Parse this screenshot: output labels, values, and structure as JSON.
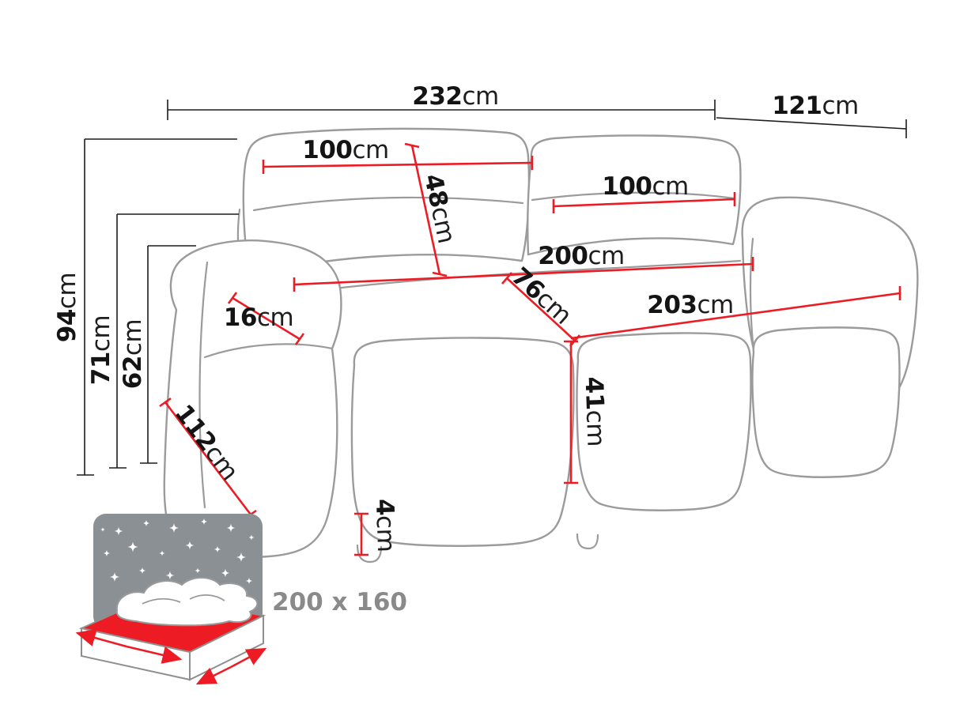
{
  "colors": {
    "dimension_red": "#ed1c24",
    "dimension_black": "#1c1c1c",
    "sofa_outline_gray": "#9b9b9b",
    "icon_gray": "#8b9094",
    "label_gray": "#8a8a8a",
    "background": "#ffffff"
  },
  "diagram": {
    "dims": {
      "width_total": {
        "value": "232",
        "unit": "cm"
      },
      "depth_total": {
        "value": "121",
        "unit": "cm"
      },
      "height_total": {
        "value": "94",
        "unit": "cm"
      },
      "arm_height": {
        "value": "71",
        "unit": "cm"
      },
      "back_lower_height": {
        "value": "62",
        "unit": "cm"
      },
      "back_cushion_width_left": {
        "value": "100",
        "unit": "cm"
      },
      "back_cushion_height": {
        "value": "48",
        "unit": "cm"
      },
      "back_cushion_width_right": {
        "value": "100",
        "unit": "cm"
      },
      "seat_width": {
        "value": "200",
        "unit": "cm"
      },
      "seat_depth": {
        "value": "76",
        "unit": "cm"
      },
      "bed_length": {
        "value": "203",
        "unit": "cm"
      },
      "armrest_width": {
        "value": "16",
        "unit": "cm"
      },
      "side_depth": {
        "value": "112",
        "unit": "cm"
      },
      "seat_height": {
        "value": "41",
        "unit": "cm"
      },
      "leg_height": {
        "value": "4",
        "unit": "cm"
      }
    },
    "sleeping_area": {
      "label": "200 x 160"
    },
    "icons": {
      "sleeping_area": "bed-with-stars-icon"
    }
  }
}
